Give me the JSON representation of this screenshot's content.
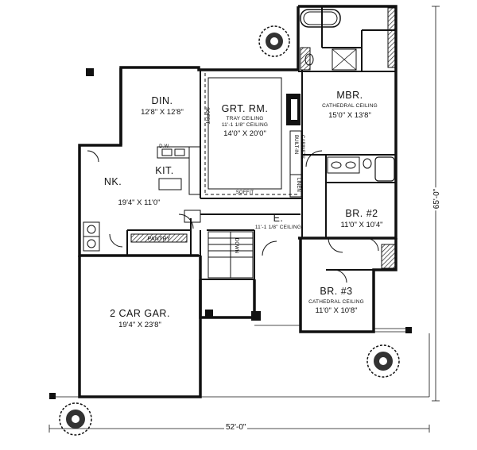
{
  "rooms": {
    "din": {
      "name": "DIN.",
      "dims": "12'8\" X 12'8\""
    },
    "grt": {
      "name": "GRT. RM.",
      "note1": "TRAY CEILING",
      "note2": "11'-1 1/8\" CEILING",
      "dims": "14'0\" X 20'0\""
    },
    "mbr": {
      "name": "MBR.",
      "note": "CATHEDRAL CEILING",
      "dims": "15'0\" X 13'8\""
    },
    "kit": {
      "name": "KIT."
    },
    "nk": {
      "name": "NK.",
      "dims": "19'4\" X 11'0\""
    },
    "dw": {
      "label": "D.W."
    },
    "pantry": {
      "name": "PANTRY"
    },
    "entry": {
      "name": "E.",
      "note": "11'-1 1/8\" CEILING"
    },
    "br2": {
      "name": "BR. #2",
      "dims": "11'0\" X 10'4\""
    },
    "br3": {
      "name": "BR. #3",
      "note": "CATHEDRAL CEILING",
      "dims": "11'0\" X 10'8\""
    },
    "garage": {
      "name": "2 CAR GAR.",
      "dims": "19'4\" X 23'8\""
    }
  },
  "labels": {
    "soffit_top": "SOFFIT",
    "soffit_side": "SOFFIT",
    "built_in": "BUILT-IN",
    "cabinets": "CABINETS",
    "linen": "LINEN",
    "down": "DOWN"
  },
  "dimensions": {
    "width": "52'-0\"",
    "depth": "65'-0\""
  }
}
